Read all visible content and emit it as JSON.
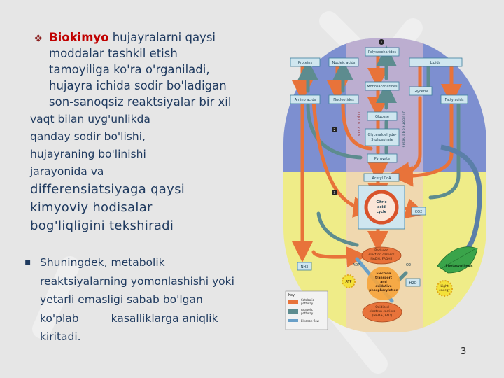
{
  "bullet1": {
    "keyword": "Biokimyo",
    "lines": [
      " hujayralarni qaysi",
      "moddalar tashkil etish",
      "tamoyiliga ko'ra o'rganiladi,",
      "hujayra ichida sodir bo'ladigan",
      "son-sanoqsiz reaktsiyalar bir xil"
    ],
    "continuation_small": [
      "vaqt bilan uyg'unlikda",
      "qanday sodir bo'lishi,",
      "hujayraning  bo'linishi",
      "jarayonida va"
    ],
    "continuation_big": [
      "differensiatsiyaga qaysi",
      "kimyoviy hodisalar",
      "bog'liqligini tekshiradi"
    ]
  },
  "bullet2": {
    "lines": [
      "Shuningdek,  metabolik",
      "reaktsiyalarning yomonlashishi yoki",
      "yetarli emasligi sabab bo'lgan"
    ],
    "line4_a": "ko'plab",
    "line4_b": "kasalliklarga aniqlik",
    "line5": "kiritadi."
  },
  "page_number": "3",
  "diagram": {
    "markers": [
      "1",
      "2",
      "3"
    ],
    "boxes": {
      "proteins": "Proteins",
      "nucleic_acids": "Nucleic acids",
      "polysaccharides": "Polysaccharides",
      "lipids": "Lipids",
      "amino_acids": "Amino acids",
      "nucleotides": "Nucleotides",
      "monosaccharides": "Monosaccharides",
      "glycerol": "Glycerol",
      "fatty_acids": "Fatty acids",
      "glucose": "Glucose",
      "g3p_line1": "Glyceraldehyde-",
      "g3p_line2": "3-phosphate",
      "pyruvate": "Pyruvate",
      "acetyl_coa": "Acetyl CoA",
      "citric_line1": "Citric",
      "citric_line2": "acid",
      "citric_line3": "cycle",
      "co2": "CO2",
      "nh3": "NH3",
      "o2": "O2",
      "h2o": "H2O",
      "adp": "ADP",
      "atp": "ATP",
      "photosynthesis": "Photosynthesis",
      "light_line1": "Light",
      "light_line2": "energy",
      "reduced_line1": "Reduced",
      "reduced_line2": "electron carriers",
      "reduced_line3": "(NADH, FADH2)",
      "et_line1": "Electron",
      "et_line2": "transport",
      "et_line3": "and",
      "et_line4": "oxidative",
      "et_line5": "phosphorylation",
      "oxidized_line1": "Oxidized",
      "oxidized_line2": "electron carriers",
      "oxidized_line3": "(NAD+, FAD)",
      "glycolysis_vertical": "Glycolysis",
      "gluconeogenesis_vertical": "Gluconeogenesis"
    },
    "key": {
      "title": "Key:",
      "catabolic_1": "Catabolic",
      "catabolic_2": "pathway",
      "anabolic_1": "Anabolic",
      "anabolic_2": "pathway",
      "electron_flow": "Electron flow"
    },
    "colors": {
      "catabolic": "#e8733a",
      "anabolic": "#5d8c8f",
      "blue_region": "#7d8fd0",
      "yellow_region": "#efec88",
      "box_fill": "#cfe6ef",
      "box_stroke": "#3c7e9d"
    }
  }
}
